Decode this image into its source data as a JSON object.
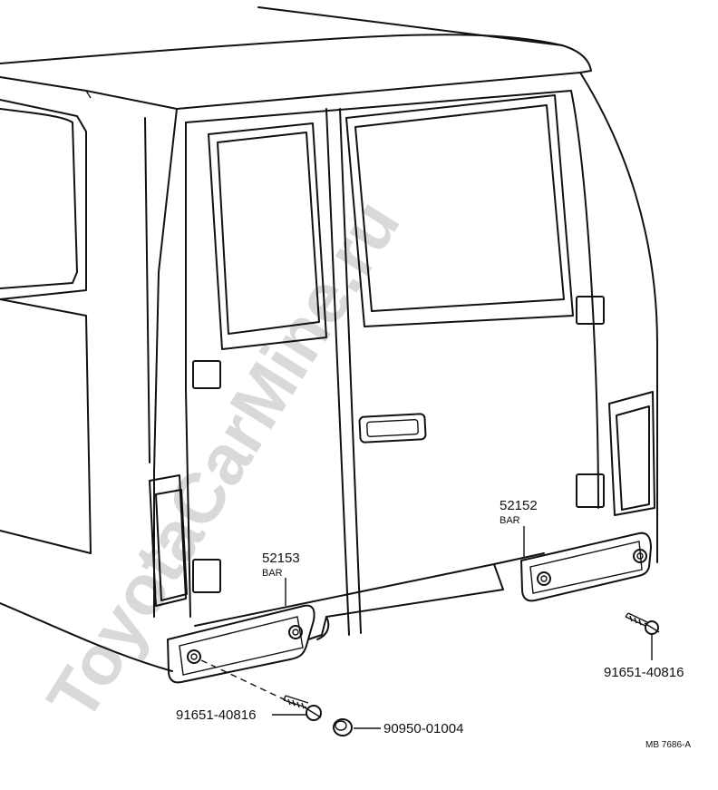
{
  "watermark": "ToyotaCarMine.ru",
  "callouts": {
    "bar_left_part": "52153",
    "bar_left_name": "BAR",
    "bar_right_part": "52152",
    "bar_right_name": "BAR",
    "bolt_right": "91651-40816",
    "bolt_left": "91651-40816",
    "plug": "90950-01004"
  },
  "figure_code": "MB 7686-A"
}
